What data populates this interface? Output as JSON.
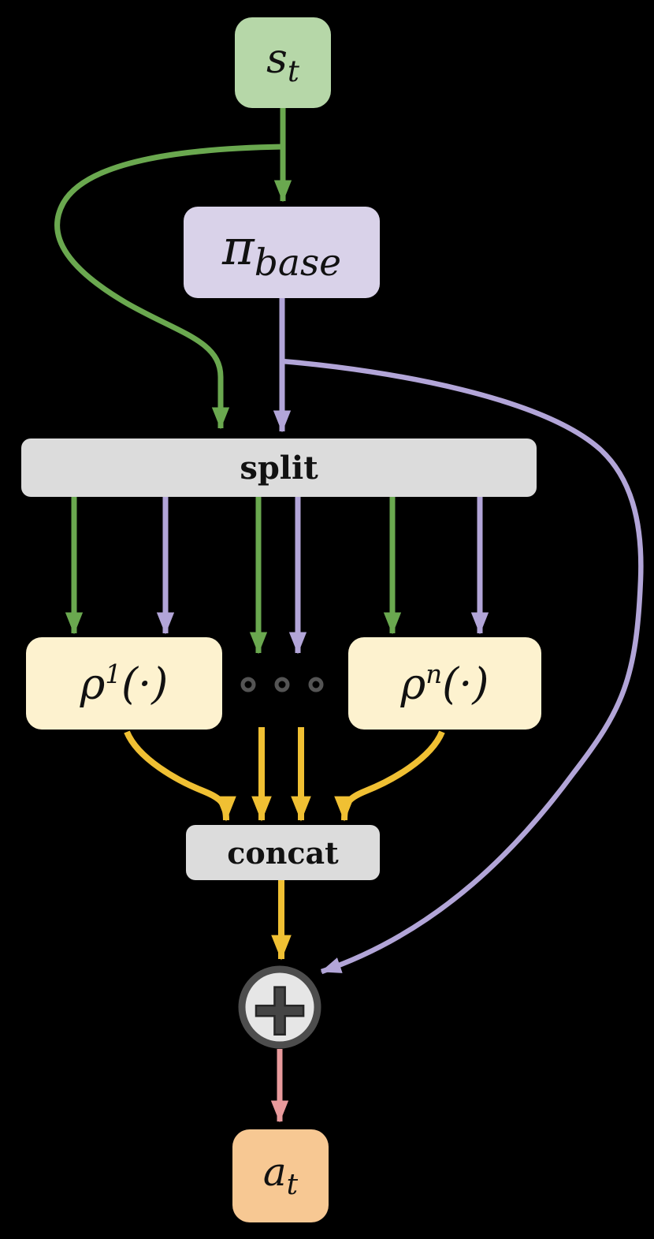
{
  "title": "policy decomposition diagram",
  "nodes": {
    "state": {
      "main": "s",
      "sub": "t"
    },
    "base": {
      "main": "π",
      "sub": "base"
    },
    "split": {
      "label": "split"
    },
    "rho1": {
      "main": "ρ",
      "sup": "1",
      "args": "(·)"
    },
    "rhon": {
      "main": "ρ",
      "sup": "n",
      "args": "(·)"
    },
    "concat": {
      "label": "concat"
    },
    "sum": {
      "symbol": "+"
    },
    "action": {
      "main": "a",
      "sub": "t"
    }
  },
  "ellipsis": {
    "dot_count": 3
  },
  "edges": [
    {
      "from": "s_t",
      "to": "pi_base",
      "color": "green"
    },
    {
      "from": "s_t",
      "to": "split",
      "color": "green",
      "shape": "s-curve-left"
    },
    {
      "from": "pi_base",
      "to": "split",
      "color": "purple"
    },
    {
      "from": "pi_base",
      "to": "sum",
      "color": "purple",
      "shape": "big-right-bypass"
    },
    {
      "from": "split",
      "to": "rho_1",
      "color": "green"
    },
    {
      "from": "split",
      "to": "rho_1",
      "color": "purple"
    },
    {
      "from": "split",
      "to": "ellipsis",
      "color": "green"
    },
    {
      "from": "split",
      "to": "ellipsis",
      "color": "purple"
    },
    {
      "from": "split",
      "to": "rho_n",
      "color": "green"
    },
    {
      "from": "split",
      "to": "rho_n",
      "color": "purple"
    },
    {
      "from": "rho_1",
      "to": "concat",
      "color": "gold",
      "shape": "curve-right"
    },
    {
      "from": "ellipsis",
      "to": "concat",
      "color": "gold"
    },
    {
      "from": "ellipsis",
      "to": "concat",
      "color": "gold"
    },
    {
      "from": "rho_n",
      "to": "concat",
      "color": "gold",
      "shape": "curve-left"
    },
    {
      "from": "concat",
      "to": "sum",
      "color": "gold"
    },
    {
      "from": "sum",
      "to": "a_t",
      "color": "pink"
    }
  ],
  "colors": {
    "background": "#000000",
    "text": "#111111",
    "green_box": "#b6d7a8",
    "green_arrow": "#6aa84f",
    "purple_box": "#d9d2e9",
    "purple_arrow": "#b2a5d8",
    "gray_box": "#dcdcdc",
    "cream_box": "#fdf2cf",
    "gold_arrow": "#f0c033",
    "orange_box": "#f7c893",
    "pink_arrow": "#e89a9c",
    "circle_fill": "#e6e6e6",
    "circle_border": "#4d4d4d",
    "plus_sign": "#454545",
    "plus_outline": "#262626",
    "dot_ring": "#545454"
  }
}
